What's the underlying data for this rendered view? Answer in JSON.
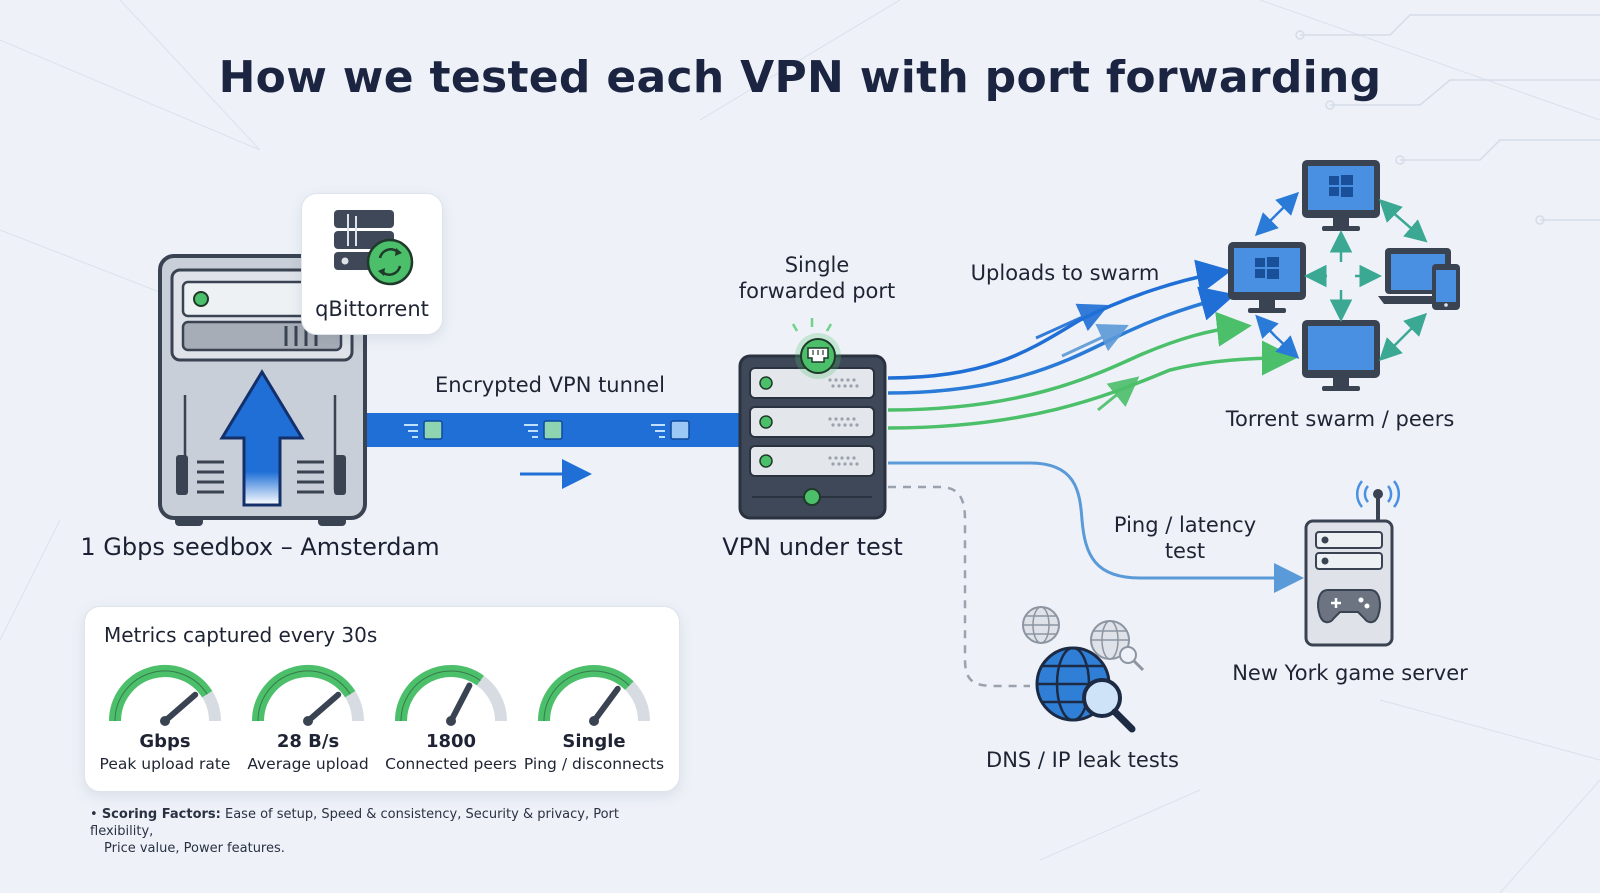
{
  "title": "How we tested each VPN with port forwarding",
  "nodes": {
    "seedbox": "1 Gbps seedbox – Amsterdam",
    "client": "qBittorrent",
    "tunnel": "Encrypted VPN tunnel",
    "port": "Single\nforwarded port",
    "vpn": "VPN under test",
    "uploads": "Uploads to swarm",
    "swarm": "Torrent swarm / peers",
    "ping": "Ping / latency\ntest",
    "game_server": "New York game server",
    "dns": "DNS / IP leak tests"
  },
  "metrics": {
    "heading": "Metrics captured every 30s",
    "items": [
      {
        "value": "Gbps",
        "label": "Peak upload rate",
        "level": 0.82
      },
      {
        "value": "28 B/s",
        "label": "Average upload",
        "level": 0.82
      },
      {
        "value": "1800",
        "label": "Connected peers",
        "level": 0.7
      },
      {
        "value": "Single",
        "label": "Ping / disconnects",
        "level": 0.75
      }
    ]
  },
  "scoring": {
    "label": "Scoring Factors:",
    "text": " Ease of setup, Speed & consistency, Security & privacy, Port flexibility,",
    "text2": "Price value, Power features."
  },
  "colors": {
    "tunnel_blue": "#1f6fd6",
    "swarm_green": "#4cbf6a",
    "teal": "#3aa892",
    "gauge_green": "#4cbf6a",
    "title": "#1b2440"
  },
  "icons": [
    "server-icon",
    "refresh-icon",
    "arrow-up-icon",
    "ethernet-port-icon",
    "windows-icon",
    "laptop-icon",
    "phone-icon",
    "gamepad-icon",
    "antenna-icon",
    "globe-icon",
    "magnifier-icon"
  ]
}
